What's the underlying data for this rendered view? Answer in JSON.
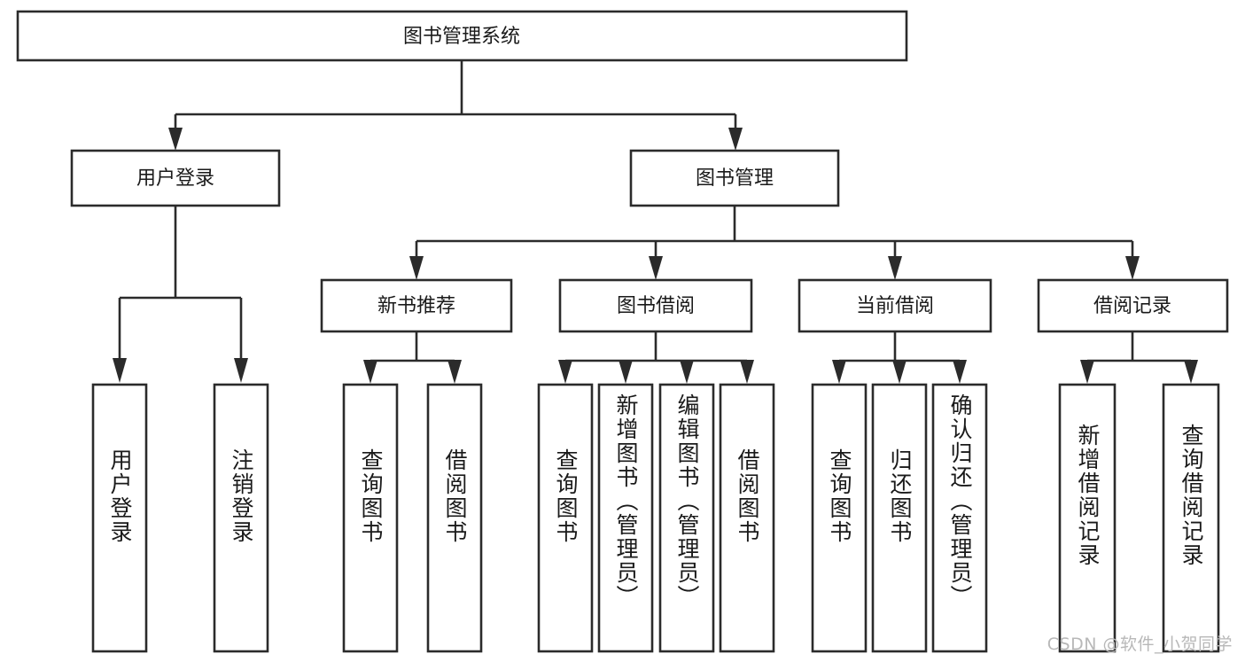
{
  "diagram": {
    "type": "tree-hierarchy-flowchart",
    "title": "图书管理系统",
    "watermark": "CSDN @软件_小贺同学",
    "colors": {
      "stroke": "#2b2b2b",
      "fill": "#ffffff",
      "text": "#1a1a1a",
      "watermark": "#b8b8b8"
    },
    "root": {
      "label": "图书管理系统"
    },
    "level2": [
      {
        "label": "用户登录"
      },
      {
        "label": "图书管理"
      }
    ],
    "level3": [
      {
        "label": "新书推荐"
      },
      {
        "label": "图书借阅"
      },
      {
        "label": "当前借阅"
      },
      {
        "label": "借阅记录"
      }
    ],
    "leaves": {
      "user_login": [
        {
          "label": "用户登录"
        },
        {
          "label": "注销登录"
        }
      ],
      "new_book_recommend": [
        {
          "label": "查询图书"
        },
        {
          "label": "借阅图书"
        }
      ],
      "book_borrow": [
        {
          "label": "查询图书"
        },
        {
          "label": "新增图书（管理员）"
        },
        {
          "label": "编辑图书（管理员）"
        },
        {
          "label": "借阅图书"
        }
      ],
      "current_borrow": [
        {
          "label": "查询图书"
        },
        {
          "label": "归还图书"
        },
        {
          "label": "确认归还（管理员）"
        }
      ],
      "borrow_record": [
        {
          "label": "新增借阅记录"
        },
        {
          "label": "查询借阅记录"
        }
      ]
    }
  }
}
